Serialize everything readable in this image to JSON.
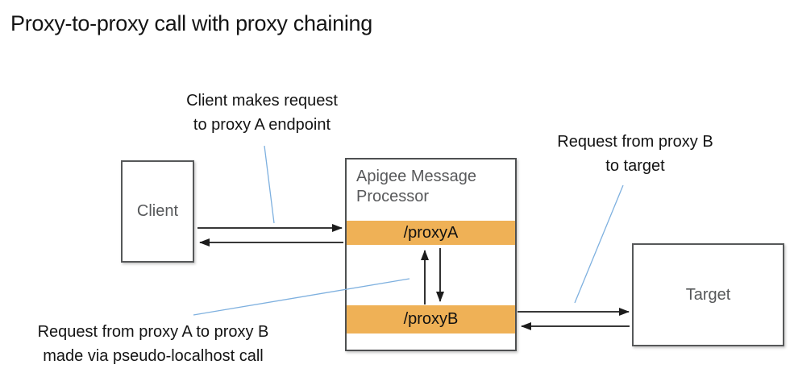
{
  "title": "Proxy-to-proxy call with proxy chaining",
  "colors": {
    "bar_orange": "#EFB156",
    "leader_blue": "#7EB0DF",
    "arrow_black": "#1c1c1c",
    "box_border_gray": "#565859",
    "label_gray": "#58595b"
  },
  "nodes": {
    "client": {
      "label": "Client"
    },
    "processor": {
      "title": "Apigee Message Processor",
      "proxy_a": "/proxyA",
      "proxy_b": "/proxyB"
    },
    "target": {
      "label": "Target"
    }
  },
  "annotations": {
    "client_request": {
      "line1": "Client makes request",
      "line2": "to proxy A endpoint"
    },
    "proxyb_to_target": {
      "line1": "Request from proxy B",
      "line2": "to target"
    },
    "proxya_to_proxyb": {
      "line1": "Request from proxy A to proxy B",
      "line2": "made via pseudo-localhost call"
    }
  }
}
